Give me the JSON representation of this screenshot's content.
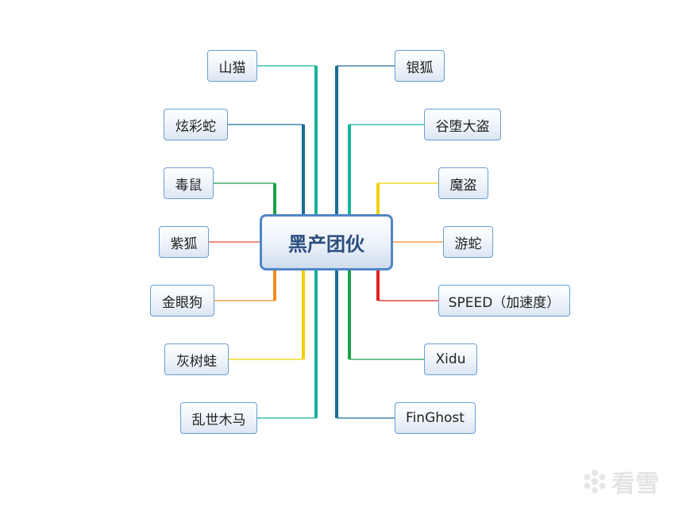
{
  "diagram": {
    "center": "黑产团伙",
    "left_branches": [
      {
        "label": "山猫",
        "color": "#16b39a"
      },
      {
        "label": "炫彩蛇",
        "color": "#1b6e96"
      },
      {
        "label": "毒鼠",
        "color": "#1aa14a"
      },
      {
        "label": "紫狐",
        "color": "#e34a3a"
      },
      {
        "label": "金眼狗",
        "color": "#f28c1c"
      },
      {
        "label": "灰树蛙",
        "color": "#f3d000"
      },
      {
        "label": "乱世木马",
        "color": "#16b39a"
      }
    ],
    "right_branches": [
      {
        "label": "银狐",
        "color": "#1b6e96"
      },
      {
        "label": "谷堕大盗",
        "color": "#16b39a"
      },
      {
        "label": "魔盗",
        "color": "#f3d000"
      },
      {
        "label": "游蛇",
        "color": "#f28c1c"
      },
      {
        "label": "SPEED（加速度）",
        "color": "#e02020"
      },
      {
        "label": "Xidu",
        "color": "#1aa14a"
      },
      {
        "label": "FinGhost",
        "color": "#1b6e96"
      }
    ]
  },
  "watermark": {
    "text": "看雪",
    "icon": "snowflake-icon"
  }
}
